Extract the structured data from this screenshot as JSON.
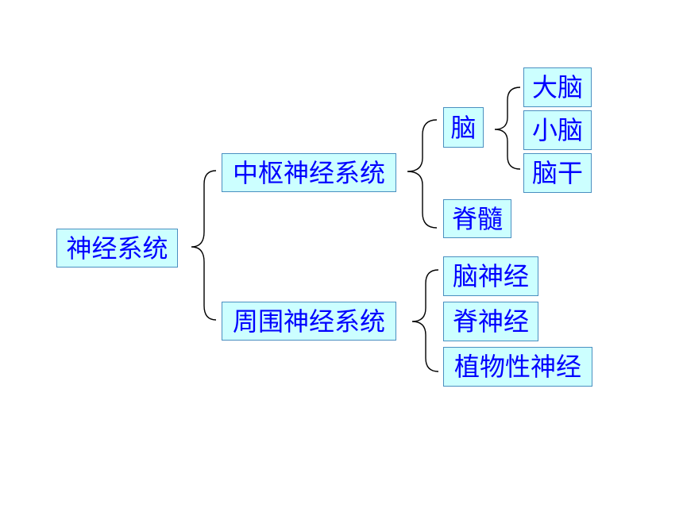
{
  "diagram": {
    "type": "classification-tree",
    "colors": {
      "box_fill": "#ccffff",
      "box_border": "#4a8fc0",
      "text": "#0000ff",
      "brace": "#000000"
    },
    "root": "神经系统",
    "central": {
      "label": "中枢神经系统",
      "brain": {
        "label": "脑",
        "parts": [
          "大脑",
          "小脑",
          "脑干"
        ]
      },
      "spinal_cord": "脊髓"
    },
    "peripheral": {
      "label": "周围神经系统",
      "parts": [
        "脑神经",
        "脊神经",
        "植物性神经"
      ]
    }
  }
}
